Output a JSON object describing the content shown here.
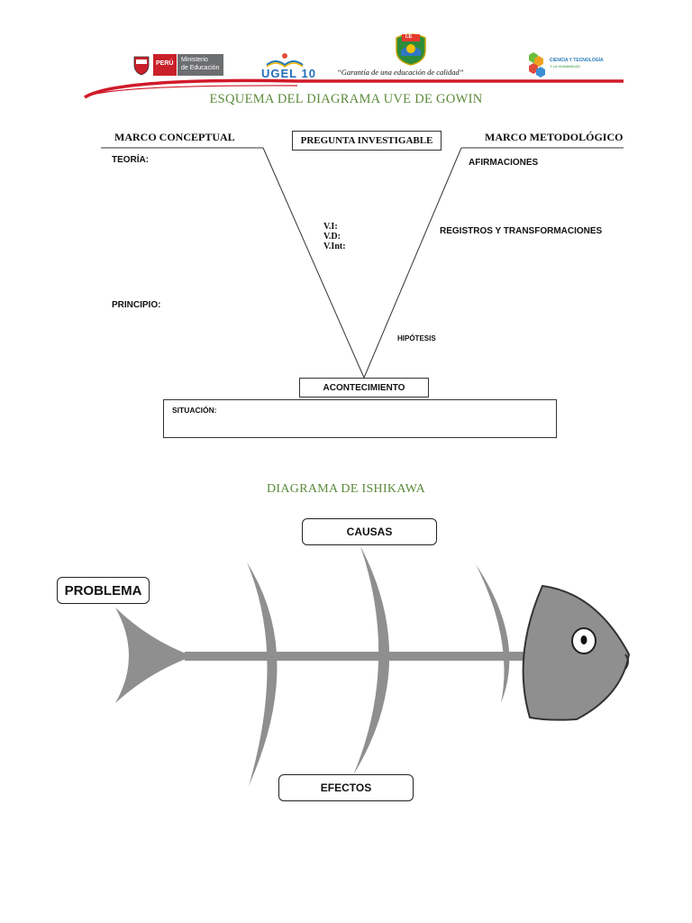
{
  "header": {
    "ministry_country": "PERÚ",
    "ministry_line1": "Ministerio",
    "ministry_line2": "de Educación",
    "ugel_logo_text": "UGEL 10",
    "motto": "“Garantía de una educación de calidad”",
    "logo_right_line1": "CIENCIA Y TECNOLOGÍA",
    "logo_right_line2": "Y LA HUMANIDAD",
    "ie_badge": "I.E",
    "accent_red": "#d01a2a"
  },
  "gowin": {
    "title": "ESQUEMA DEL DIAGRAMA UVE DE GOWIN",
    "marco_conceptual": "MARCO CONCEPTUAL",
    "pregunta": "PREGUNTA INVESTIGABLE",
    "marco_metodologico": "MARCO METODOLÓGICO",
    "teoria": "TEORÍA:",
    "afirmaciones": "AFIRMACIONES",
    "vi": "V.I:",
    "vd": "V.D:",
    "vint": "V.Int:",
    "registros": "REGISTROS Y TRANSFORMACIONES",
    "principio": "PRINCIPIO:",
    "hipotesis": "HIPÓTESIS",
    "acontecimiento": "ACONTECIMIENTO",
    "situacion": "SITUACIÓN:"
  },
  "ishikawa": {
    "title": "DIAGRAMA DE ISHIKAWA",
    "causas": "CAUSAS",
    "problema": "PROBLEMA",
    "efectos": "EFECTOS",
    "fish_color": "#8f8f8f"
  }
}
